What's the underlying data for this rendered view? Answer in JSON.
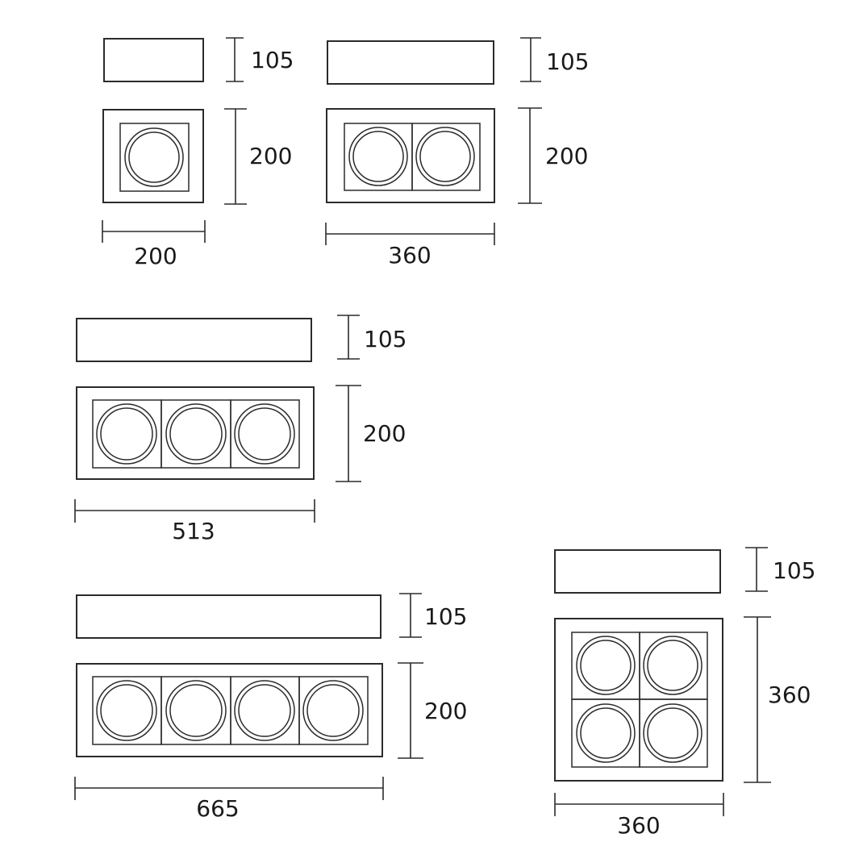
{
  "units": [
    {
      "id": "single",
      "modules": 1,
      "arrangement": "1x1",
      "labels": {
        "height": "105",
        "depth": "200",
        "width": "200"
      }
    },
    {
      "id": "double",
      "modules": 2,
      "arrangement": "1x2",
      "labels": {
        "height": "105",
        "depth": "200",
        "width": "360"
      }
    },
    {
      "id": "triple",
      "modules": 3,
      "arrangement": "1x3",
      "labels": {
        "height": "105",
        "depth": "200",
        "width": "513"
      }
    },
    {
      "id": "quad",
      "modules": 4,
      "arrangement": "1x4",
      "labels": {
        "height": "105",
        "depth": "200",
        "width": "665"
      }
    },
    {
      "id": "square-quad",
      "modules": 4,
      "arrangement": "2x2",
      "labels": {
        "height": "105",
        "depth": "360",
        "width": "360"
      }
    }
  ]
}
